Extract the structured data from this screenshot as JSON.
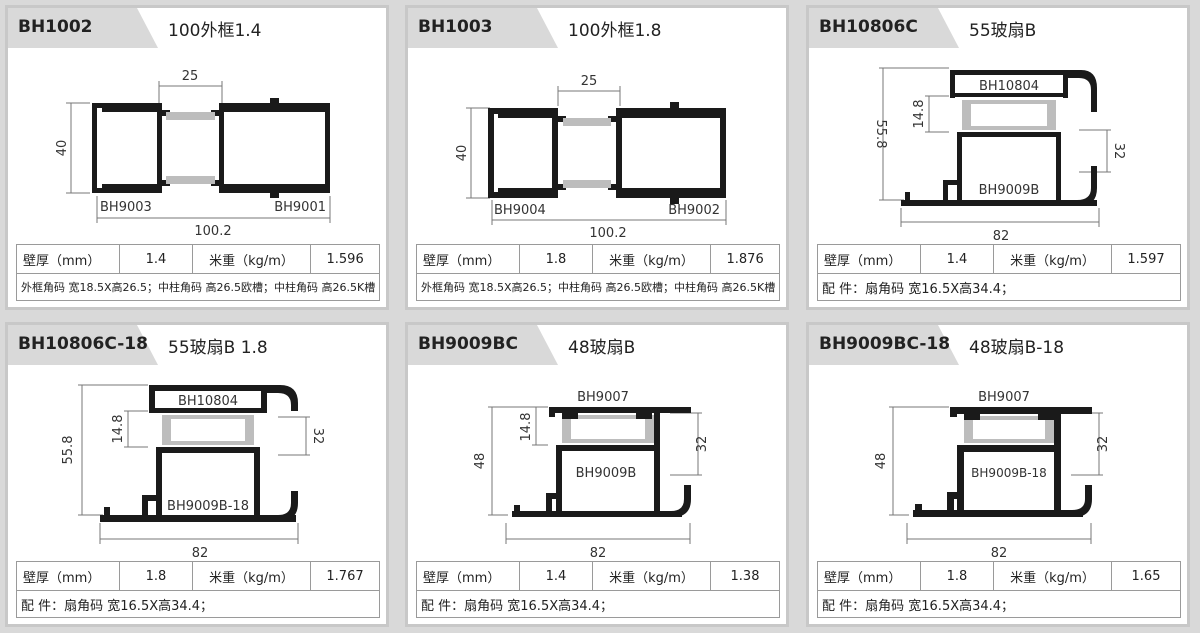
{
  "labels": {
    "thickness": "壁厚（mm）",
    "weight": "米重（kg/m）"
  },
  "products": [
    {
      "code": "BH1002",
      "name": "100外框1.4",
      "thickness": "1.4",
      "weight": "1.596",
      "fittings": "外框角码 宽18.5X高26.5；中柱角码 高26.5欧槽；中柱角码  高26.5K槽",
      "dims": {
        "width": "25",
        "height": "40",
        "total": "100.2"
      },
      "parts": {
        "left": "BH9003",
        "right": "BH9001"
      }
    },
    {
      "code": "BH1003",
      "name": "100外框1.8",
      "thickness": "1.8",
      "weight": "1.876",
      "fittings": "外框角码 宽18.5X高26.5；中柱角码 高26.5欧槽；中柱角码  高26.5K槽",
      "dims": {
        "width": "25",
        "height": "40",
        "total": "100.2"
      },
      "parts": {
        "left": "BH9004",
        "right": "BH9002"
      }
    },
    {
      "code": "BH10806C",
      "name": "55玻扇B",
      "thickness": "1.4",
      "weight": "1.597",
      "fittings": "配 件：扇角码  宽16.5X高34.4；",
      "dims": {
        "width": "82",
        "height": "55.8",
        "inner": "14.8",
        "side": "32"
      },
      "parts": {
        "top": "BH10804",
        "bottom": "BH9009B"
      }
    },
    {
      "code": "BH10806C-18",
      "name": "55玻扇B 1.8",
      "thickness": "1.8",
      "weight": "1.767",
      "fittings": "配 件：扇角码  宽16.5X高34.4；",
      "dims": {
        "width": "82",
        "height": "55.8",
        "inner": "14.8",
        "side": "32"
      },
      "parts": {
        "top": "BH10804",
        "bottom": "BH9009B-18"
      }
    },
    {
      "code": "BH9009BC",
      "name": "48玻扇B",
      "thickness": "1.4",
      "weight": "1.38",
      "fittings": "配 件：扇角码  宽16.5X高34.4；",
      "dims": {
        "width": "82",
        "height": "48",
        "inner": "14.8",
        "side": "32"
      },
      "parts": {
        "top": "BH9007",
        "bottom": "BH9009B"
      }
    },
    {
      "code": "BH9009BC-18",
      "name": "48玻扇B-18",
      "thickness": "1.8",
      "weight": "1.65",
      "fittings": "配 件：扇角码  宽16.5X高34.4；",
      "dims": {
        "width": "82",
        "height": "48",
        "side": "32"
      },
      "parts": {
        "top": "BH9007",
        "bottom": "BH9009B-18"
      }
    }
  ]
}
